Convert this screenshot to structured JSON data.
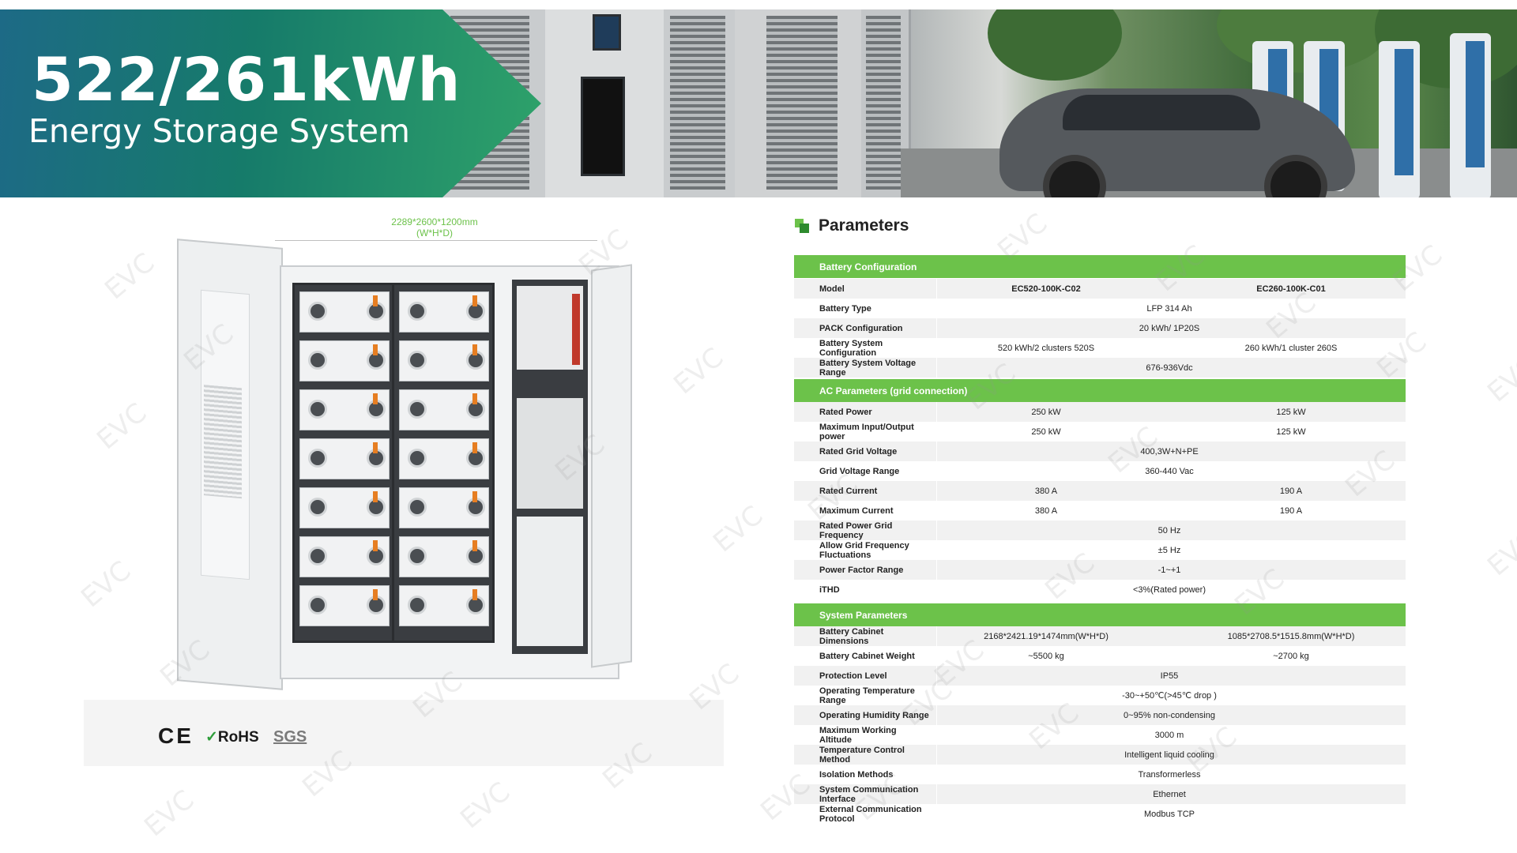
{
  "banner": {
    "title": "522/261kWh",
    "subtitle": "Energy Storage System"
  },
  "product": {
    "dimensions_line1": "2289*2600*1200mm",
    "dimensions_line2": "(W*H*D)"
  },
  "certifications": {
    "ce": "CE",
    "rohs": "RoHS",
    "sgs": "SGS"
  },
  "watermark": "EVC",
  "colors": {
    "accent_green": "#6cc24a",
    "banner_teal": "#1d6a86",
    "banner_green": "#2fa36a"
  },
  "parameters": {
    "title": "Parameters",
    "sections": [
      {
        "title": "Battery Configuration",
        "rows": [
          {
            "label": "Model",
            "c1": "EC520-100K-C02",
            "c2": "EC260-100K-C01",
            "header": true
          },
          {
            "label": "Battery Type",
            "all": "LFP 314 Ah"
          },
          {
            "label": "PACK Configuration",
            "all": "20 kWh/ 1P20S"
          },
          {
            "label": "Battery System Configuration",
            "c1": "520 kWh/2 clusters 520S",
            "c2": "260 kWh/1 cluster 260S"
          },
          {
            "label": "Battery System Voltage Range",
            "all": "676-936Vdc"
          }
        ]
      },
      {
        "title": "AC Parameters (grid connection)",
        "rows": [
          {
            "label": "Rated Power",
            "c1": "250 kW",
            "c2": "125 kW"
          },
          {
            "label": "Maximum Input/Output power",
            "c1": "250 kW",
            "c2": "125 kW"
          },
          {
            "label": "Rated Grid Voltage",
            "all": "400,3W+N+PE"
          },
          {
            "label": "Grid Voltage Range",
            "all": "360-440 Vac"
          },
          {
            "label": "Rated Current",
            "c1": "380 A",
            "c2": "190 A"
          },
          {
            "label": "Maximum Current",
            "c1": "380 A",
            "c2": "190 A"
          },
          {
            "label": "Rated Power Grid Frequency",
            "all": "50 Hz"
          },
          {
            "label": "Allow Grid Frequency Fluctuations",
            "all": "±5 Hz"
          },
          {
            "label": "Power Factor Range",
            "all": "-1~+1"
          },
          {
            "label": "iTHD",
            "all": "<3%(Rated power)"
          }
        ]
      },
      {
        "title": "System Parameters",
        "rows": [
          {
            "label": "Battery Cabinet Dimensions",
            "c1": "2168*2421.19*1474mm(W*H*D)",
            "c2": "1085*2708.5*1515.8mm(W*H*D)"
          },
          {
            "label": "Battery Cabinet Weight",
            "c1": "~5500 kg",
            "c2": "~2700 kg"
          },
          {
            "label": "Protection Level",
            "all": "IP55"
          },
          {
            "label": "Operating Temperature Range",
            "all": "-30~+50℃(>45℃ drop )"
          },
          {
            "label": "Operating Humidity Range",
            "all": "0~95% non-condensing"
          },
          {
            "label": "Maximum Working Altitude",
            "all": "3000 m"
          },
          {
            "label": "Temperature Control Method",
            "all": "Intelligent liquid cooling"
          },
          {
            "label": "Isolation Methods",
            "all": "Transformerless"
          },
          {
            "label": "System Communication Interface",
            "all": "Ethernet"
          },
          {
            "label": "External Communication Protocol",
            "all": "Modbus TCP"
          }
        ]
      }
    ]
  }
}
